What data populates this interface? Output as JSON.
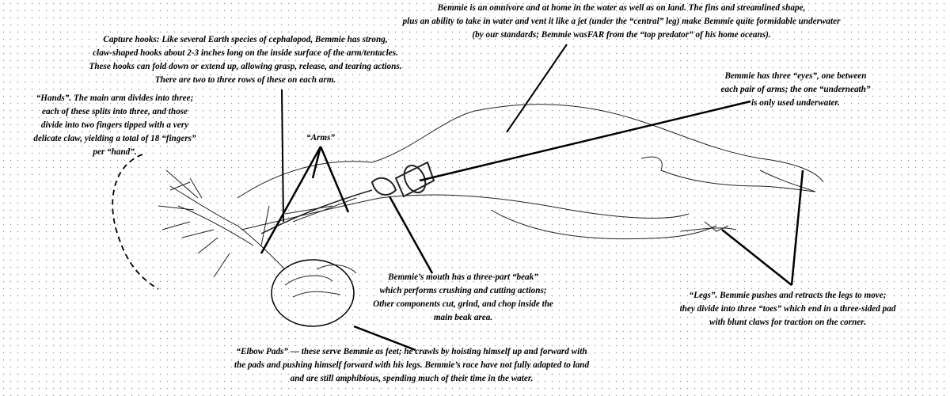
{
  "annotations": {
    "habitat": {
      "lines": [
        "Bemmie is an omnivore and at home in the water as well as on land. The fins and streamlined shape,",
        "plus an ability to take in water and vent it like a jet (under the “central” leg) make Bemmie quite formidable underwater",
        "(by our standards; Bemmie wasFAR from the “top predator” of his home oceans)."
      ]
    },
    "capture_hooks": {
      "lines": [
        "Capture hooks: Like several Earth species of cephalopod, Bemmie has strong,",
        "claw-shaped hooks about 2-3 inches long on the inside surface of the arm/tentacles.",
        "These hooks can fold down or extend up, allowing grasp, release, and tearing actions.",
        "There are two to three rows of these on each arm."
      ]
    },
    "hands": {
      "lines": [
        "“Hands”. The main arm divides into three;",
        "each of these splits into three, and those",
        "divide into two fingers tipped with a very",
        "delicate claw, yielding a total of 18 “fingers”",
        "per “hand”."
      ]
    },
    "arms": {
      "label": "“Arms”"
    },
    "eyes": {
      "lines": [
        "Bemmie has three “eyes”, one between",
        "each pair of arms; the one “underneath”",
        "is only used underwater."
      ]
    },
    "mouth": {
      "lines": [
        "Bemmie’s mouth has a three-part “beak”",
        "which performs crushing and cutting actions;",
        "Other components cut, grind, and chop inside the",
        "main beak area."
      ]
    },
    "legs": {
      "lines": [
        "“Legs”. Bemmie pushes and retracts the legs to move;",
        "they divide into three “toes” which end in a three-sided pad",
        "with blunt claws for traction on the corner."
      ]
    },
    "elbow_pads": {
      "lines": [
        "“Elbow Pads” — these serve Bemmie as feet; he crawls by hoisting himself up and forward with",
        "the pads and pushing himself forward with his legs. Bemmie’s race have not fully adapted to land",
        "and are still amphibious, spending much of their time in the water."
      ]
    }
  },
  "colors": {
    "ink": "#000000",
    "dots": "#9a9a9a"
  }
}
